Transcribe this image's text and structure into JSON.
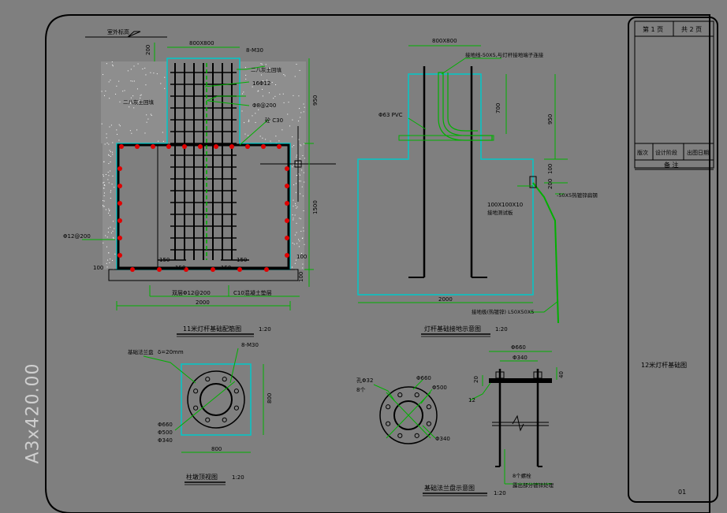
{
  "side_label": "A3x420.00",
  "colors": {
    "background": "#7f7f7f",
    "frame": "#000000",
    "concrete": "#00c8c8",
    "rebar": "#000000",
    "dots": "#e00000",
    "dim": "#00b000",
    "text": "#000000",
    "ground_fill": "#ffffff"
  },
  "title_block": {
    "page_label": "第 1 页",
    "total_label": "共 2 页",
    "col1": "版次",
    "col2": "设计阶段",
    "col3": "出图日期",
    "remark": "备  注",
    "drawing_name": "12米灯杆基础图",
    "drawing_no": "01"
  },
  "rebar_view": {
    "ground_mark": "室外标高",
    "top_dim": "800X800",
    "anchor": "8-M30",
    "soil_left": "二八灰土回填",
    "soil_right": "二八灰土回填",
    "main_bars": "16Φ12",
    "stirrup": "Φ8@200",
    "concrete_grade": "砼 C30",
    "d200": "200",
    "d950": "950",
    "d1500": "1500",
    "d100a": "100",
    "d100b": "100",
    "d100c": "100",
    "left_bar": "Φ12@200",
    "hook1": "150",
    "hook2": "150",
    "hook3": "150",
    "hook4": "150",
    "bottom_bar": "双层Φ12@200",
    "cushion": "C10混凝土垫层",
    "width": "2000",
    "title": "11米灯杆基础配筋图",
    "scale": "1:20"
  },
  "ground_view": {
    "top_dim": "800X800",
    "ground_wire": "接地线-50X5,与灯杆接地端子连接",
    "pvc": "Φ63 PVC",
    "d700": "700",
    "d950": "950",
    "d100": "100",
    "d200": "200",
    "plate": "100X100X10",
    "plate_note": "接地测试板",
    "flat_steel": "-50X5热镀锌扁钢",
    "electrode": "接地极(热镀锌) L50X50X5",
    "width": "2000",
    "title": "灯杆基础接地示意图",
    "scale": "1:20"
  },
  "top_view": {
    "flange": "基础法兰盘",
    "thickness": "δ=20mm",
    "anchor": "8-M30",
    "d660": "Φ660",
    "d500": "Φ500",
    "d340": "Φ340",
    "d800a": "800",
    "d800b": "800",
    "title": "柱墩顶视图",
    "scale": "1:20"
  },
  "flange_view": {
    "hole": "孔Φ32",
    "count": "8个",
    "d660": "Φ660",
    "d500": "Φ500",
    "d340": "Φ340",
    "title": "基础法兰盘示意图",
    "scale": "1:20"
  },
  "elevation_view": {
    "d660": "Φ660",
    "d340": "Φ340",
    "d20": "20",
    "d12": "12",
    "d40": "40",
    "note1": "8个螺栓",
    "note2": "露出部分镀锌处理"
  }
}
